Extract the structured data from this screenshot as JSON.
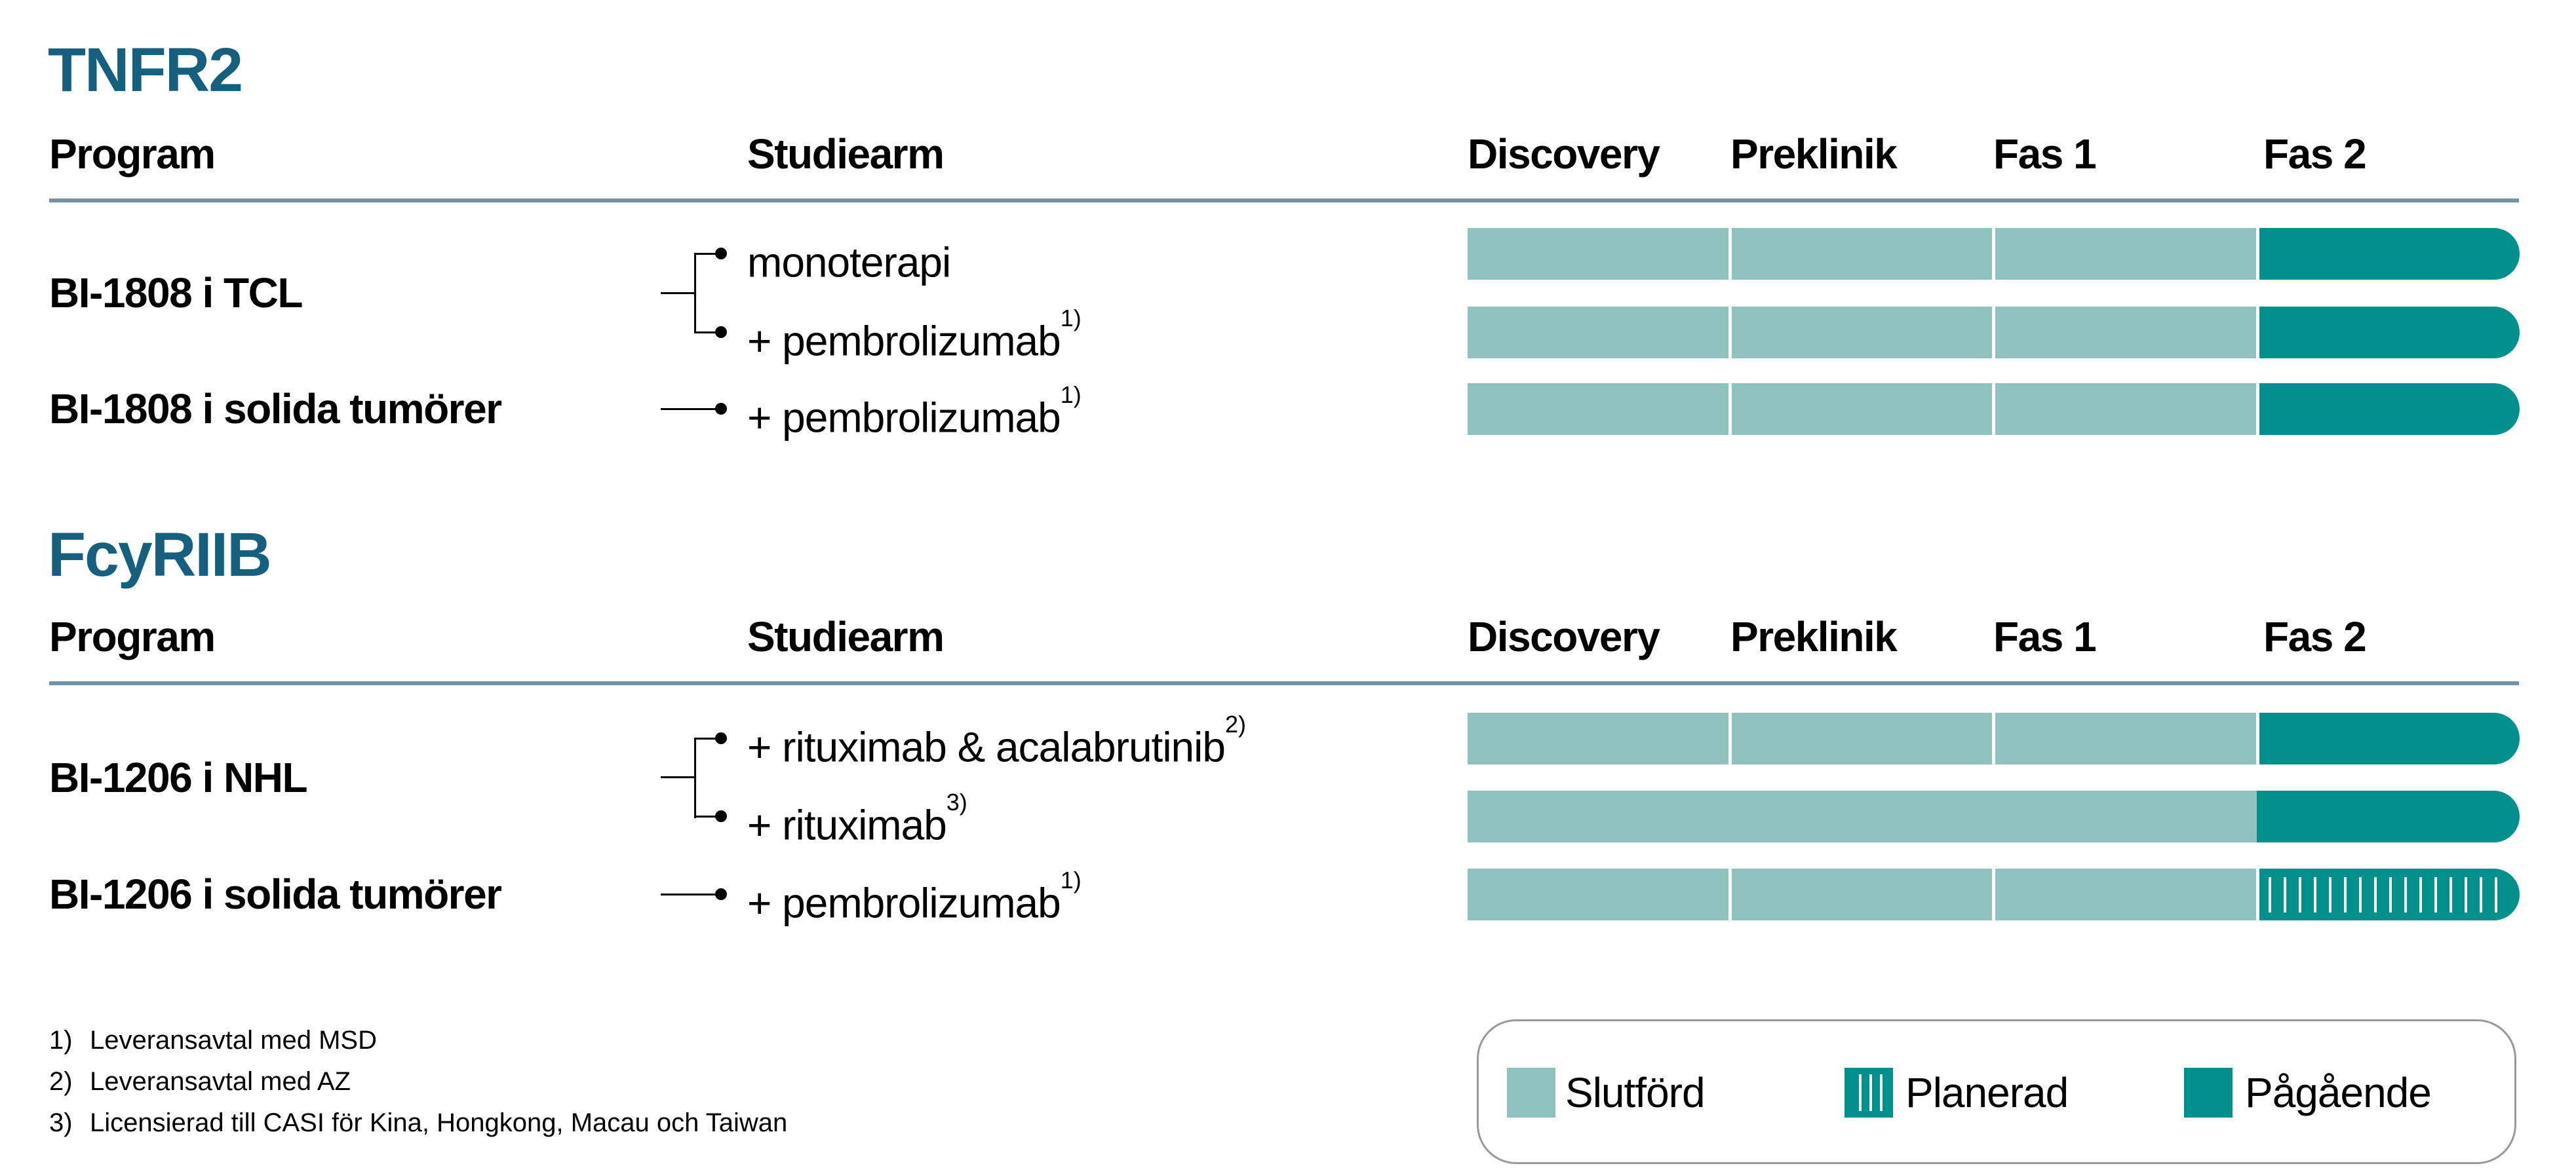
{
  "colors": {
    "completed": "#8FC3BF",
    "ongoing": "#00918C",
    "title": "#15607E",
    "rule": "#6E94A8",
    "legend_border": "#999999"
  },
  "columns": {
    "program": "Program",
    "studiearm": "Studiearm"
  },
  "chart_data": {
    "type": "bar",
    "description": "Clinical development pipeline; each row is a study arm with phase progress",
    "phases": [
      "Discovery",
      "Preklinik",
      "Fas 1",
      "Fas 2"
    ],
    "legend": [
      {
        "label": "Slutförd",
        "status": "completed"
      },
      {
        "label": "Planerad",
        "status": "planned"
      },
      {
        "label": "Pågående",
        "status": "ongoing"
      }
    ],
    "sections": [
      {
        "title": "TNFR2",
        "programs": [
          {
            "name": "BI-1808 i TCL",
            "arms": [
              {
                "label": "monoterapi",
                "footnote_ref": "",
                "phase_status": [
                  "completed",
                  "completed",
                  "completed",
                  "ongoing"
                ],
                "merged_completed": false
              },
              {
                "label": "+ pembrolizumab",
                "footnote_ref": "1)",
                "phase_status": [
                  "completed",
                  "completed",
                  "completed",
                  "ongoing"
                ],
                "merged_completed": false
              }
            ]
          },
          {
            "name": "BI-1808 i solida tumörer",
            "arms": [
              {
                "label": "+ pembrolizumab",
                "footnote_ref": "1)",
                "phase_status": [
                  "completed",
                  "completed",
                  "completed",
                  "ongoing"
                ],
                "merged_completed": false
              }
            ]
          }
        ]
      },
      {
        "title": "FcyRIIB",
        "programs": [
          {
            "name": "BI-1206 i NHL",
            "arms": [
              {
                "label": "+ rituximab & acalabrutinib",
                "footnote_ref": "2)",
                "phase_status": [
                  "completed",
                  "completed",
                  "completed",
                  "ongoing"
                ],
                "merged_completed": false
              },
              {
                "label": "+ rituximab",
                "footnote_ref": "3)",
                "phase_status": [
                  "completed",
                  "completed",
                  "completed",
                  "ongoing"
                ],
                "merged_completed": true
              }
            ]
          },
          {
            "name": "BI-1206 i solida tumörer",
            "arms": [
              {
                "label": "+ pembrolizumab",
                "footnote_ref": "1)",
                "phase_status": [
                  "completed",
                  "completed",
                  "completed",
                  "planned"
                ],
                "merged_completed": false
              }
            ]
          }
        ]
      }
    ]
  },
  "footnotes": [
    {
      "ref": "1)",
      "text": "Leveransavtal med MSD"
    },
    {
      "ref": "2)",
      "text": "Leveransavtal med AZ"
    },
    {
      "ref": "3)",
      "text": "Licensierad till CASI för Kina, Hongkong, Macau och Taiwan"
    }
  ]
}
